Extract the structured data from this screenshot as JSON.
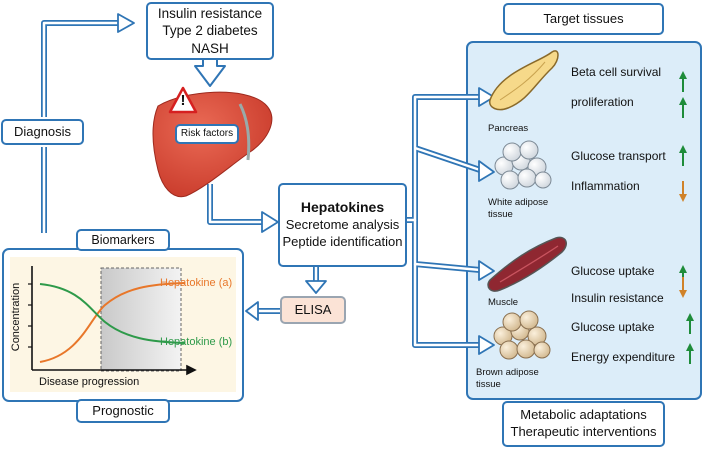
{
  "conditions": [
    "Insulin resistance",
    "Type 2 diabetes",
    "NASH"
  ],
  "liver": {
    "warning_symbol": "!",
    "risk_label": "Risk factors"
  },
  "diagnosis": "Diagnosis",
  "biomarkers": "Biomarkers",
  "prognostic": "Prognostic",
  "hepatokines": {
    "title": "Hepatokines",
    "lines": [
      "Secretome analysis",
      "Peptide identification"
    ]
  },
  "elisa": "ELISA",
  "target_header": "Target tissues",
  "tissues": [
    {
      "name_lines": [
        "Pancreas"
      ],
      "effects": [
        {
          "label": "Beta cell survival",
          "direction": "up"
        },
        {
          "label": "proliferation",
          "direction": "up"
        }
      ]
    },
    {
      "name_lines": [
        "White adipose",
        "tissue"
      ],
      "effects": [
        {
          "label": "Glucose transport",
          "direction": "up"
        },
        {
          "label": "Inflammation",
          "direction": "down"
        }
      ]
    },
    {
      "name_lines": [
        "Muscle"
      ],
      "effects": [
        {
          "label": "Glucose uptake",
          "direction": "up"
        },
        {
          "label": "Insulin resistance",
          "direction": "down"
        }
      ]
    },
    {
      "name_lines": [
        "Brown adipose",
        "tissue"
      ],
      "effects": [
        {
          "label": "Glucose uptake",
          "direction": "up"
        },
        {
          "label": "Energy expenditure",
          "direction": "up"
        }
      ]
    }
  ],
  "outcomes": [
    "Metabolic adaptations",
    "Therapeutic interventions"
  ],
  "plot": {
    "ylabel": "Concentration",
    "xlabel": "Disease progression",
    "series": [
      {
        "name": "Hepatokine (a)",
        "color": "#e8772a"
      },
      {
        "name": "Hepatokine (b)",
        "color": "#2e9a4a"
      }
    ]
  },
  "colors": {
    "blue": "#2f75b5",
    "up_arrow": "#1e8c3a",
    "down_arrow": "#d08229",
    "panel": "#dcedf9",
    "plot_bg": "#fdf6e4",
    "liver": "#d9432f"
  }
}
